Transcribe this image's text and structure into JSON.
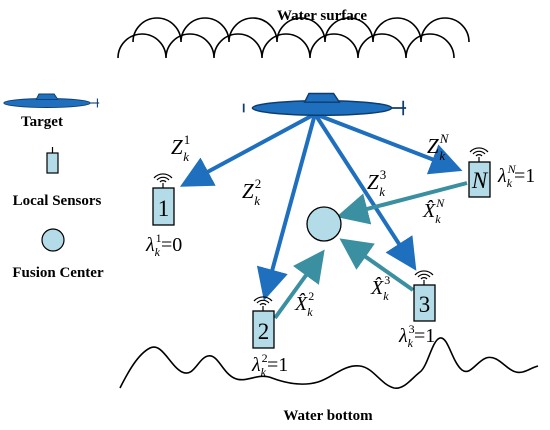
{
  "labels": {
    "water_surface": "Water surface",
    "water_bottom": "Water bottom"
  },
  "legend": {
    "target": "Target",
    "local_sensors": "Local Sensors",
    "fusion_center": "Fusion Center"
  },
  "sensors": [
    {
      "id": "1",
      "lambda_sup": "1",
      "lambda_value": "=0"
    },
    {
      "id": "2",
      "lambda_sup": "2",
      "lambda_value": "=1"
    },
    {
      "id": "3",
      "lambda_sup": "3",
      "lambda_value": "=1"
    },
    {
      "id": "N",
      "lambda_sup": "N",
      "lambda_value": "=1"
    }
  ],
  "measurements": [
    {
      "symbol": "Z",
      "sup": "1",
      "sub": "k"
    },
    {
      "symbol": "Z",
      "sup": "2",
      "sub": "k"
    },
    {
      "symbol": "Z",
      "sup": "3",
      "sub": "k"
    },
    {
      "symbol": "Z",
      "sup": "N",
      "sub": "k"
    }
  ],
  "estimates": [
    {
      "symbol": "X̂",
      "sup": "2",
      "sub": "k"
    },
    {
      "symbol": "X̂",
      "sup": "3",
      "sub": "k"
    },
    {
      "symbol": "X̂",
      "sup": "N",
      "sub": "k"
    }
  ],
  "lambda_symbol": "λ",
  "lambda_sub": "k",
  "colors": {
    "measurement_arrow": "#1f6fbf",
    "estimate_arrow": "#3a8fa0",
    "sensor_fill": "#b3dbe8",
    "fusion_fill": "#b3dbe8",
    "submarine_fill": "#1f6fbf"
  }
}
